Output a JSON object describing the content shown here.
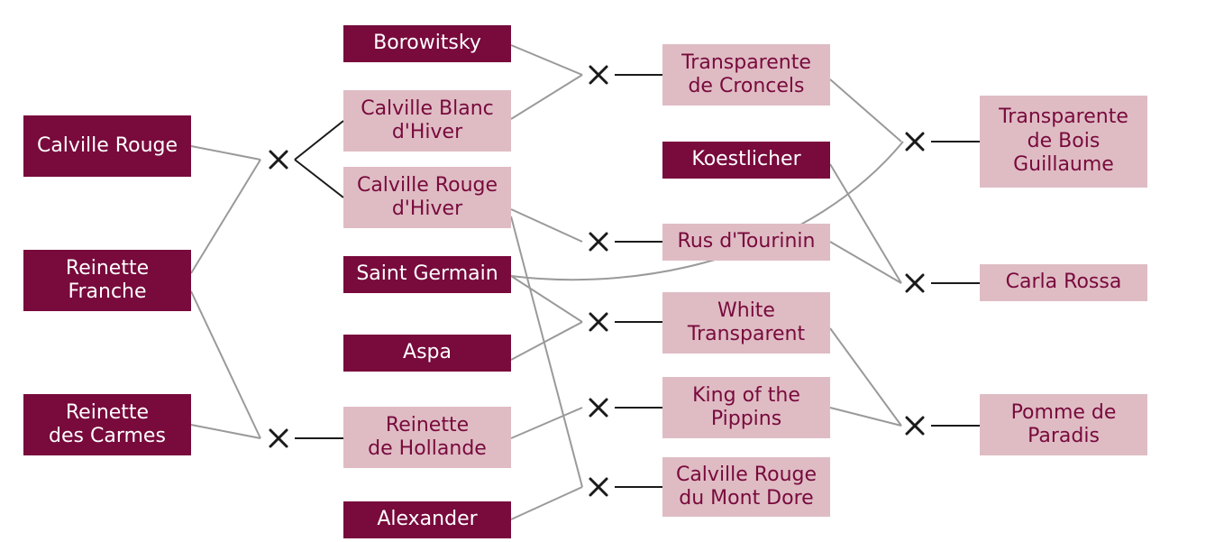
{
  "diagram": {
    "type": "pedigree",
    "colors": {
      "founder_fill": "#780a3c",
      "founder_text": "#ffffff",
      "offspring_fill": "#dfbcc4",
      "offspring_text": "#780a3c",
      "connector": "#9a9a9a",
      "cross_mark": "#1a1a1a"
    },
    "cross_symbol": "×",
    "nodes": [
      {
        "id": "calville-rouge",
        "label": "Calville Rouge",
        "kind": "founder"
      },
      {
        "id": "reinette-franche",
        "label": "Reinette\nFranche",
        "kind": "founder"
      },
      {
        "id": "reinette-des-carmes",
        "label": "Reinette\ndes Carmes",
        "kind": "founder"
      },
      {
        "id": "borowitsky",
        "label": "Borowitsky",
        "kind": "founder"
      },
      {
        "id": "calville-blanc-dhiver",
        "label": "Calville Blanc\nd'Hiver",
        "kind": "offspring"
      },
      {
        "id": "calville-rouge-dhiver",
        "label": "Calville Rouge\nd'Hiver",
        "kind": "offspring"
      },
      {
        "id": "saint-germain",
        "label": "Saint Germain",
        "kind": "founder"
      },
      {
        "id": "aspa",
        "label": "Aspa",
        "kind": "founder"
      },
      {
        "id": "reinette-de-hollande",
        "label": "Reinette\nde Hollande",
        "kind": "offspring"
      },
      {
        "id": "alexander",
        "label": "Alexander",
        "kind": "founder"
      },
      {
        "id": "transparente-de-croncels",
        "label": "Transparente\nde Croncels",
        "kind": "offspring"
      },
      {
        "id": "koestlicher",
        "label": "Koestlicher",
        "kind": "founder"
      },
      {
        "id": "rus-dtourinin",
        "label": "Rus d'Tourinin",
        "kind": "offspring"
      },
      {
        "id": "white-transparent",
        "label": "White\nTransparent",
        "kind": "offspring"
      },
      {
        "id": "king-of-the-pippins",
        "label": "King of the\nPippins",
        "kind": "offspring"
      },
      {
        "id": "calville-rouge-du-mont-dore",
        "label": "Calville Rouge\ndu Mont Dore",
        "kind": "offspring"
      },
      {
        "id": "transparente-de-bois-guillaume",
        "label": "Transparente\nde Bois\nGuillaume",
        "kind": "offspring"
      },
      {
        "id": "carla-rossa",
        "label": "Carla Rossa",
        "kind": "offspring"
      },
      {
        "id": "pomme-de-paradis",
        "label": "Pomme de\nParadis",
        "kind": "offspring"
      }
    ],
    "crosses": [
      {
        "id": "x-calville-reinette",
        "parents": [
          "calville-rouge",
          "reinette-franche"
        ],
        "children": [
          "calville-blanc-dhiver",
          "calville-rouge-dhiver"
        ]
      },
      {
        "id": "x-reinette-carmes",
        "parents": [
          "reinette-franche",
          "reinette-des-carmes"
        ],
        "children": [
          "reinette-de-hollande"
        ]
      },
      {
        "id": "x-borowitsky-calville",
        "parents": [
          "borowitsky",
          "calville-blanc-dhiver"
        ],
        "children": [
          "transparente-de-croncels"
        ]
      },
      {
        "id": "x-rouge-dhiver-self",
        "parents": [
          "calville-rouge-dhiver"
        ],
        "children": [
          "rus-dtourinin"
        ]
      },
      {
        "id": "x-saint-germain-aspa",
        "parents": [
          "saint-germain",
          "aspa"
        ],
        "children": [
          "white-transparent"
        ]
      },
      {
        "id": "x-hollande",
        "parents": [
          "reinette-de-hollande"
        ],
        "children": [
          "king-of-the-pippins"
        ]
      },
      {
        "id": "x-alexander-rouge-dhiver",
        "parents": [
          "alexander",
          "calville-rouge-dhiver"
        ],
        "children": [
          "calville-rouge-du-mont-dore"
        ]
      },
      {
        "id": "x-croncels-saint-germain",
        "parents": [
          "transparente-de-croncels",
          "saint-germain"
        ],
        "children": [
          "transparente-de-bois-guillaume"
        ]
      },
      {
        "id": "x-koestlicher-rus",
        "parents": [
          "koestlicher",
          "rus-dtourinin"
        ],
        "children": [
          "carla-rossa"
        ]
      },
      {
        "id": "x-white-pippins",
        "parents": [
          "white-transparent",
          "king-of-the-pippins"
        ],
        "children": [
          "pomme-de-paradis"
        ]
      }
    ]
  }
}
